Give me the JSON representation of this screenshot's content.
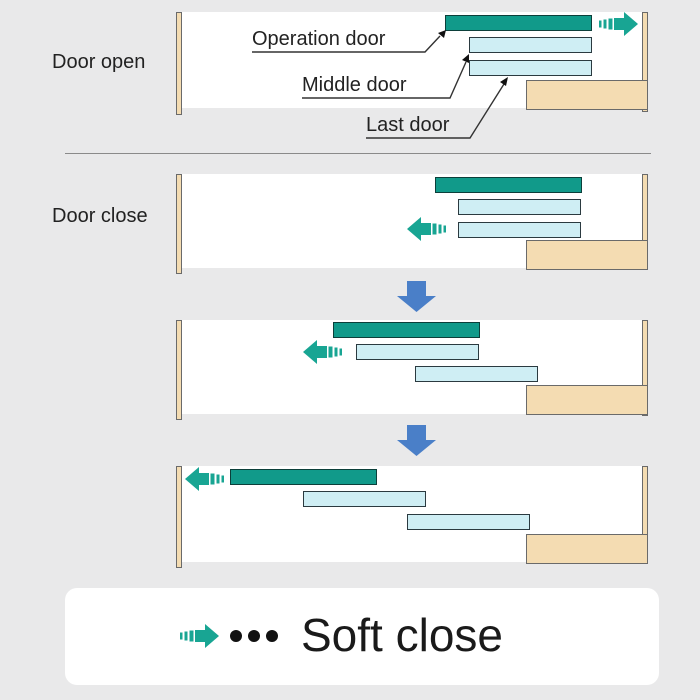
{
  "labels": {
    "door_open": "Door open",
    "door_close": "Door close",
    "operation_door": "Operation door",
    "middle_door": "Middle door",
    "last_door": "Last door"
  },
  "legend": {
    "text": "Soft close"
  },
  "colors": {
    "operation_door": "#119a8a",
    "sliding_door": "#cfeef4",
    "frame": "#f4dcb2",
    "arrow_teal": "#18a593",
    "arrow_blue": "#4a7fc8"
  }
}
